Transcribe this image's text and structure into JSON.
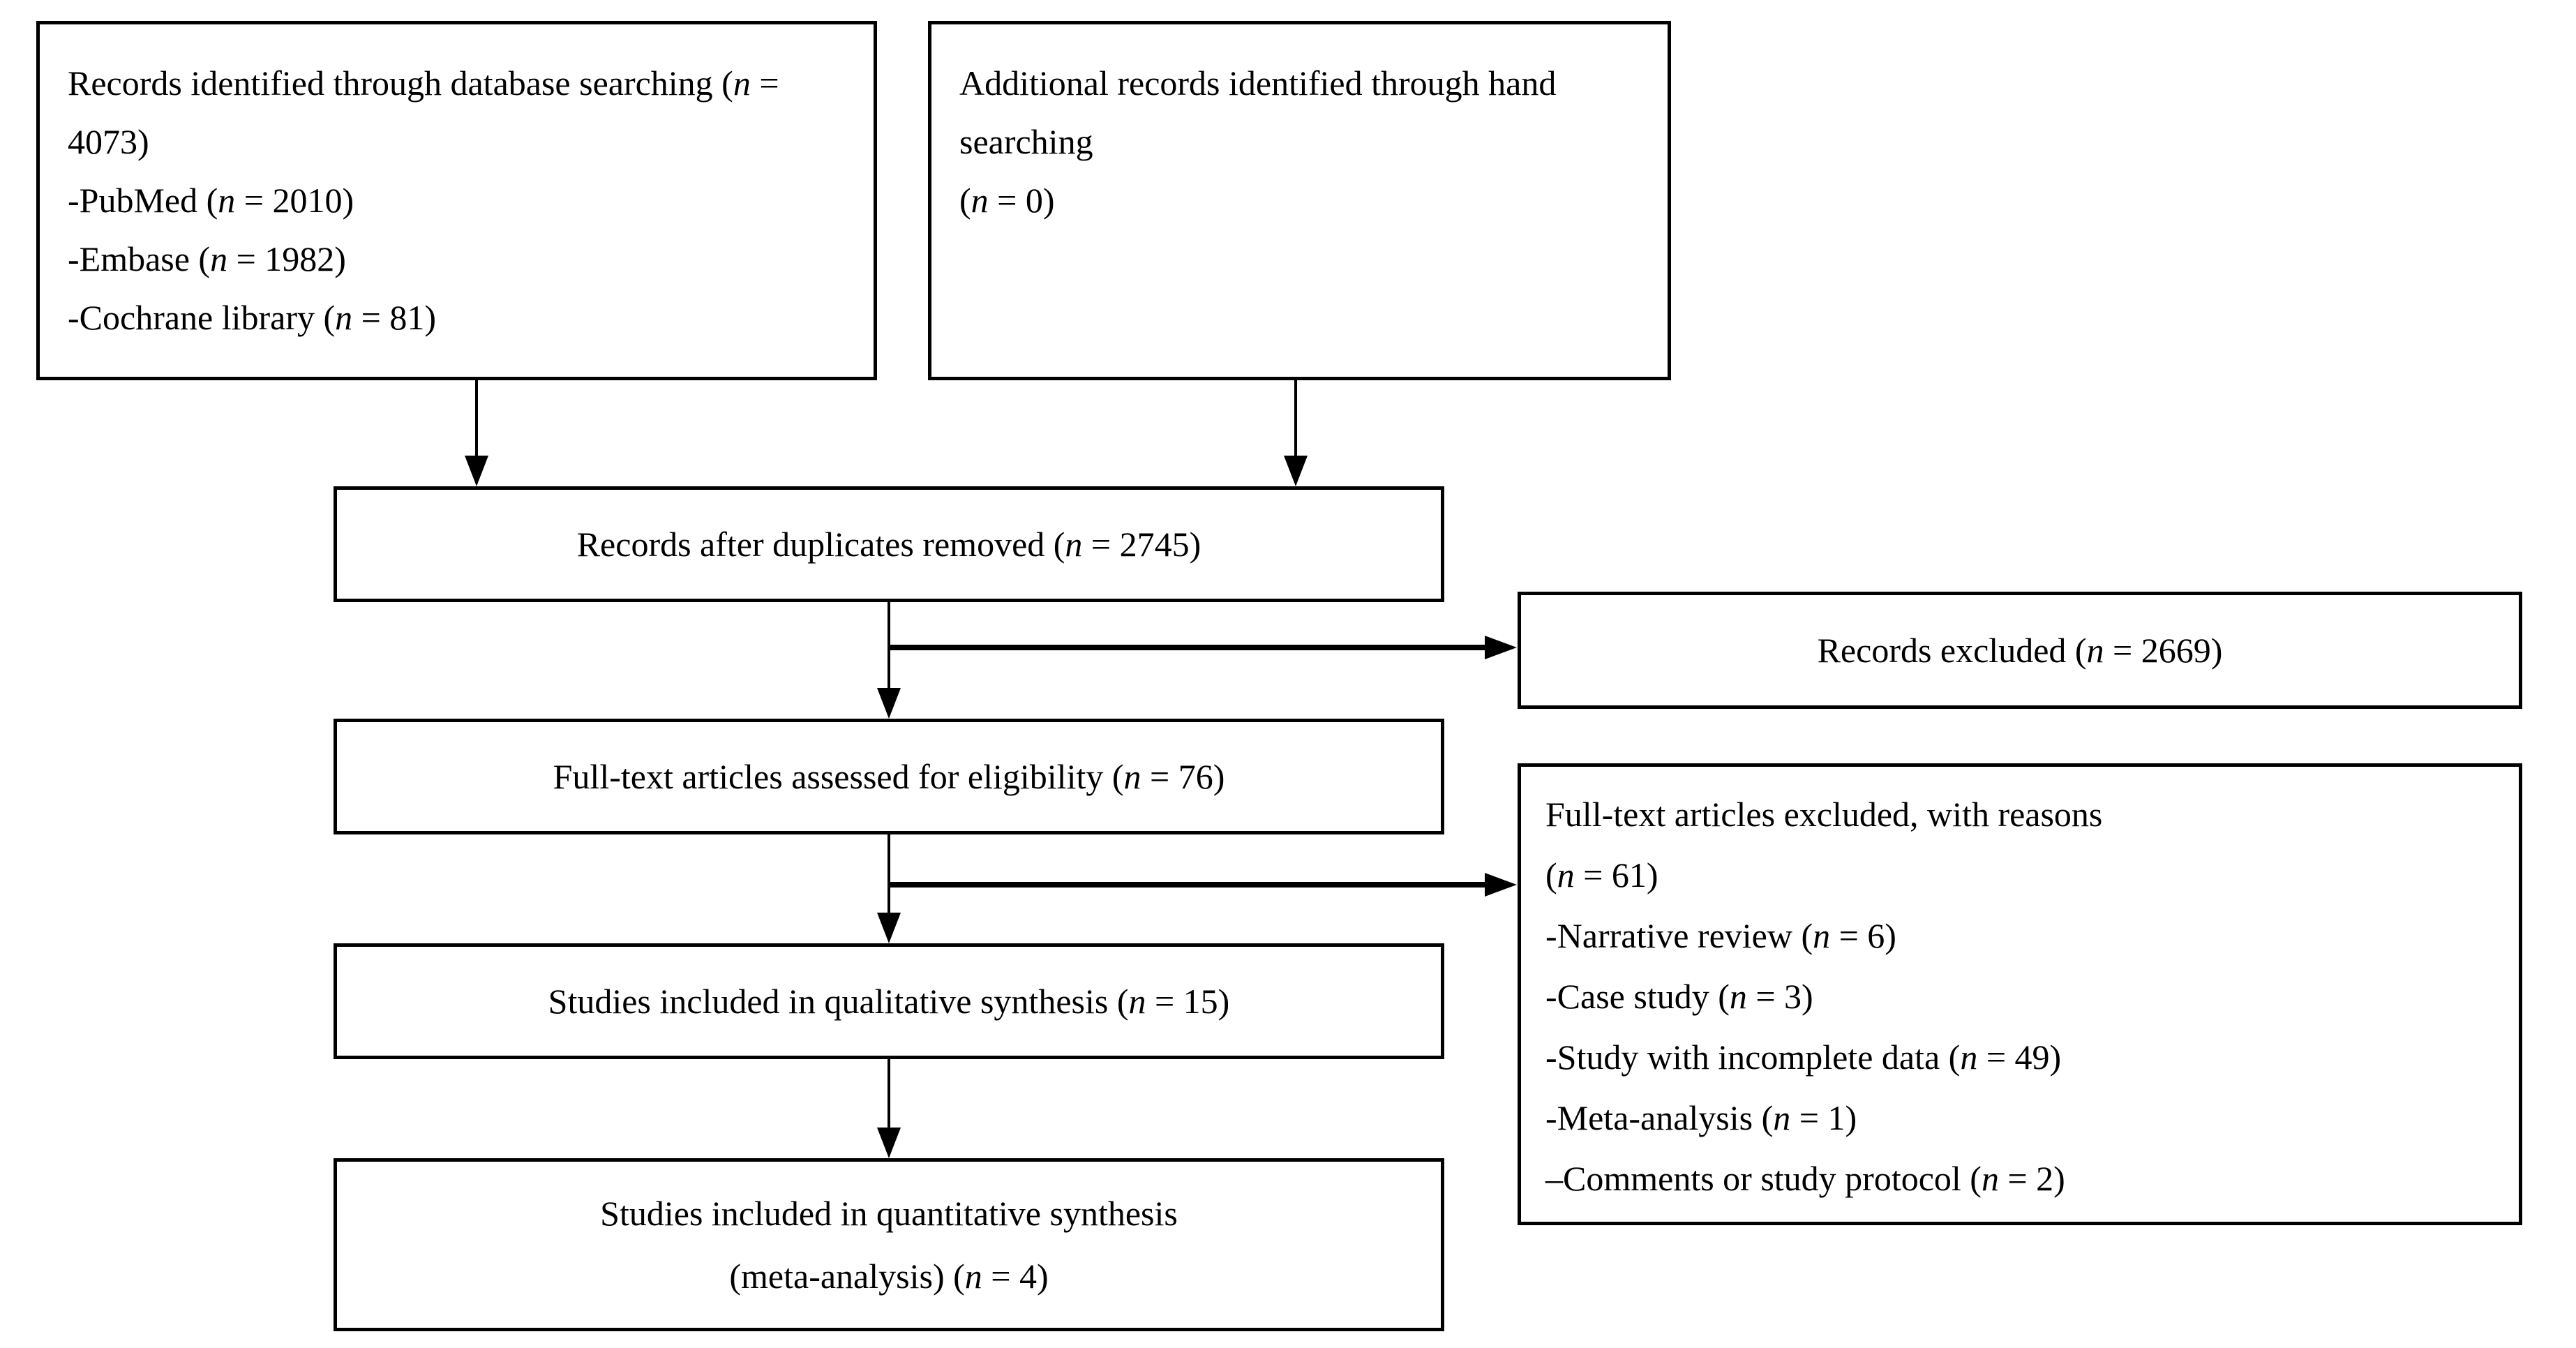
{
  "diagram": {
    "type": "prisma-flow",
    "colors": {
      "border": "#000000",
      "text": "#000000",
      "background": "#ffffff"
    },
    "boxes": {
      "identification": {
        "lines": [
          "Records identified through database searching (n = 4073)",
          "-PubMed (n = 2010)",
          "-Embase (n = 1982)",
          "-Cochrane library (n = 81)"
        ]
      },
      "hand_search": {
        "lines": [
          "Additional records identified through hand searching",
          "(n = 0)"
        ]
      },
      "duplicates_removed": {
        "text": "Records after duplicates removed (n = 2745)"
      },
      "records_excluded": {
        "text": "Records excluded (n = 2669)"
      },
      "fulltext_assessed": {
        "text": "Full-text articles assessed for eligibility (n = 76)"
      },
      "fulltext_excluded": {
        "lines": [
          "Full-text articles excluded, with reasons",
          "(n = 61)",
          "-Narrative review (n = 6)",
          "-Case study (n = 3)",
          "-Study with incomplete data (n = 49)",
          "-Meta-analysis (n = 1)",
          "–Comments or study protocol (n = 2)"
        ]
      },
      "qualitative_synthesis": {
        "text": "Studies included in qualitative synthesis (n = 15)"
      },
      "quantitative_synthesis": {
        "lines": [
          "Studies included in quantitative synthesis",
          "(meta-analysis) (n = 4)"
        ]
      }
    }
  }
}
